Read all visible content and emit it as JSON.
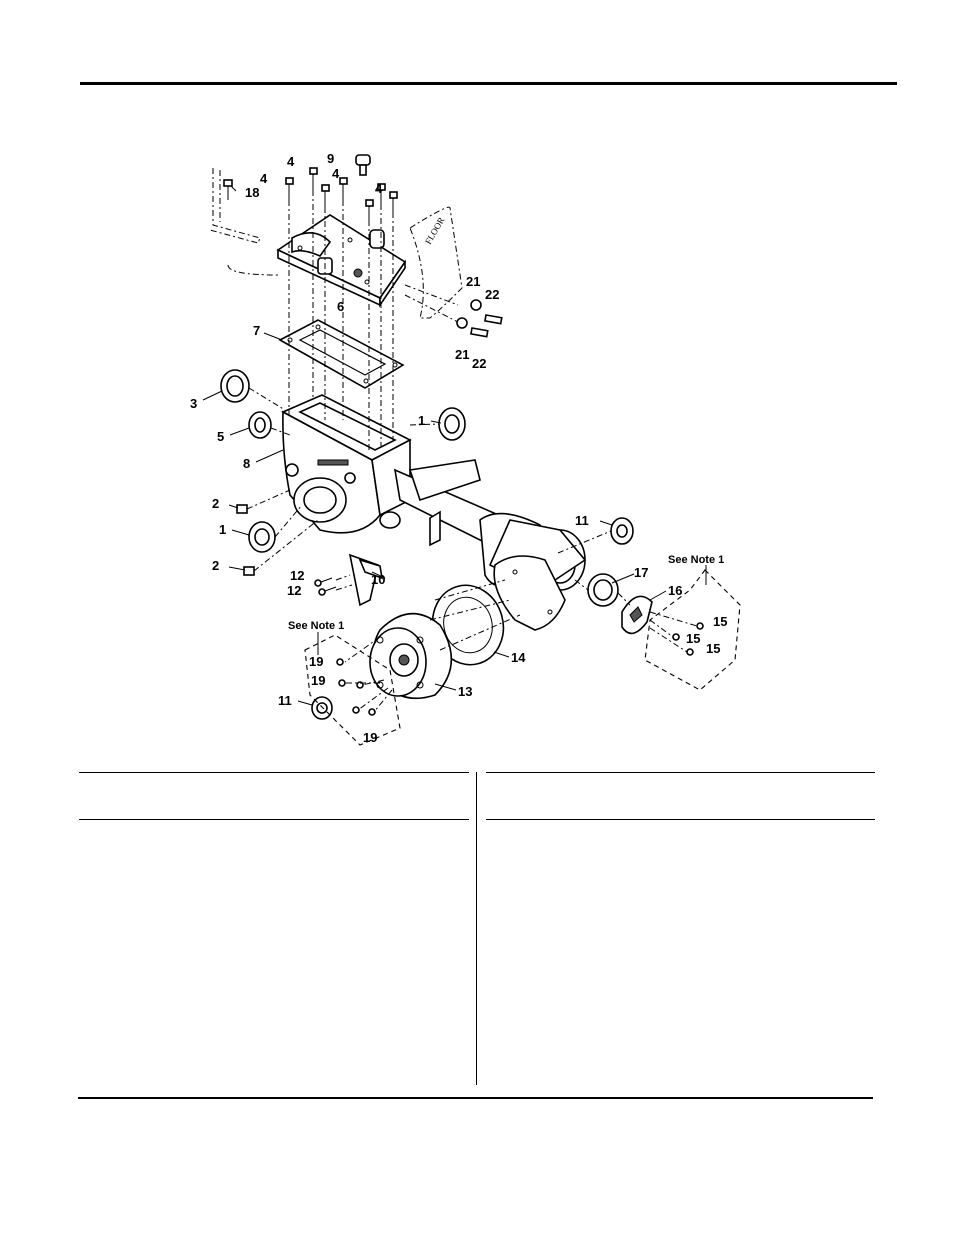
{
  "diagram": {
    "callouts": [
      "1",
      "1",
      "2",
      "2",
      "3",
      "4",
      "4",
      "4",
      "4",
      "5",
      "6",
      "7",
      "8",
      "9",
      "10",
      "11",
      "11",
      "12",
      "12",
      "13",
      "14",
      "15",
      "15",
      "15",
      "16",
      "17",
      "18",
      "19",
      "19",
      "19",
      "21",
      "21",
      "22",
      "22"
    ],
    "notes": [
      "See Note 1",
      "See Note 1"
    ]
  },
  "parts_table": {
    "left_header": "",
    "right_header": ""
  }
}
